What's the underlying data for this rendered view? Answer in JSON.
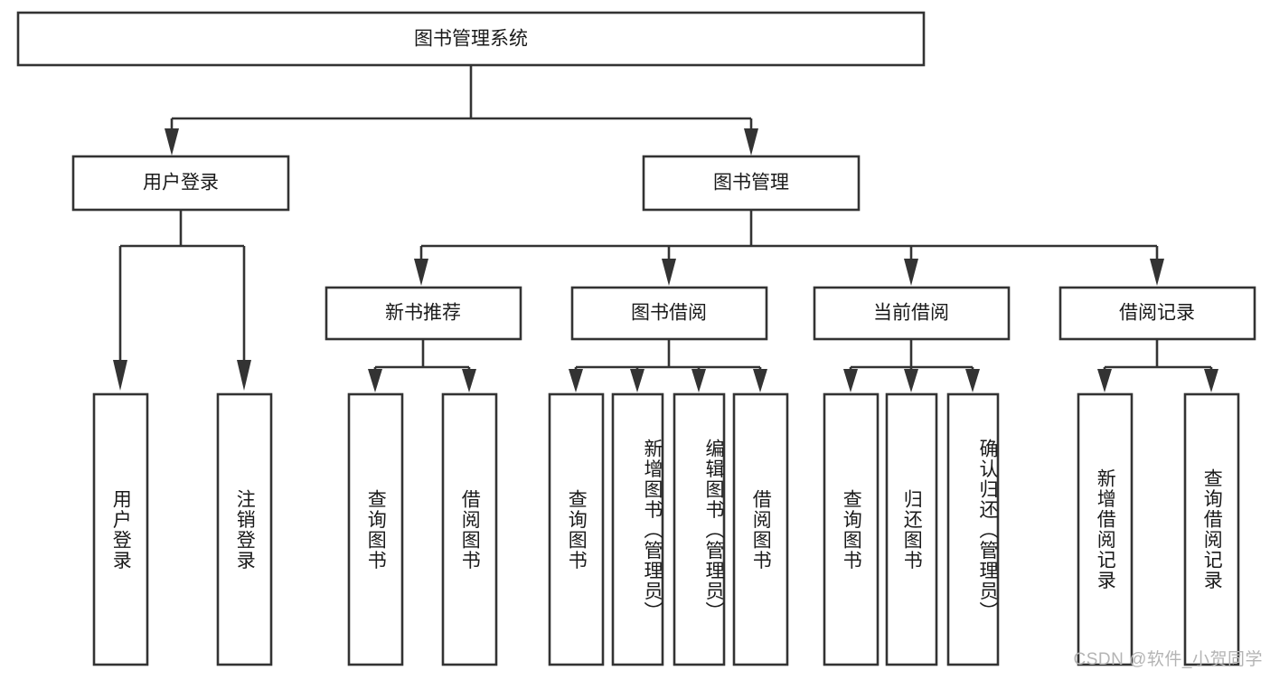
{
  "diagram": {
    "type": "hierarchy-tree",
    "title": "图书管理系统",
    "root": {
      "id": "root",
      "label": "图书管理系统",
      "orientation": "horizontal"
    },
    "level2": [
      {
        "id": "user-login",
        "label": "用户登录",
        "orientation": "horizontal"
      },
      {
        "id": "book-manage",
        "label": "图书管理",
        "orientation": "horizontal"
      }
    ],
    "level3": [
      {
        "id": "new-book-recommend",
        "label": "新书推荐",
        "orientation": "horizontal",
        "parent": "book-manage"
      },
      {
        "id": "book-borrow",
        "label": "图书借阅",
        "orientation": "horizontal",
        "parent": "book-manage"
      },
      {
        "id": "current-borrow",
        "label": "当前借阅",
        "orientation": "horizontal",
        "parent": "book-manage"
      },
      {
        "id": "borrow-record",
        "label": "借阅记录",
        "orientation": "horizontal",
        "parent": "book-manage"
      }
    ],
    "leaves": [
      {
        "id": "leaf-user-login",
        "label": "用户登录",
        "orientation": "vertical",
        "parent": "user-login"
      },
      {
        "id": "leaf-logout-login",
        "label": "注销登录",
        "orientation": "vertical",
        "parent": "user-login"
      },
      {
        "id": "leaf-query-book-1",
        "label": "查询图书",
        "orientation": "vertical",
        "parent": "new-book-recommend"
      },
      {
        "id": "leaf-borrow-book-1",
        "label": "借阅图书",
        "orientation": "vertical",
        "parent": "new-book-recommend"
      },
      {
        "id": "leaf-query-book-2",
        "label": "查询图书",
        "orientation": "vertical",
        "parent": "book-borrow"
      },
      {
        "id": "leaf-add-book",
        "label": "新增图书（管理员）",
        "orientation": "vertical",
        "parent": "book-borrow"
      },
      {
        "id": "leaf-edit-book",
        "label": "编辑图书（管理员）",
        "orientation": "vertical",
        "parent": "book-borrow"
      },
      {
        "id": "leaf-borrow-book-2",
        "label": "借阅图书",
        "orientation": "vertical",
        "parent": "book-borrow"
      },
      {
        "id": "leaf-query-book-3",
        "label": "查询图书",
        "orientation": "vertical",
        "parent": "current-borrow"
      },
      {
        "id": "leaf-return-book",
        "label": "归还图书",
        "orientation": "vertical",
        "parent": "current-borrow"
      },
      {
        "id": "leaf-confirm-return",
        "label": "确认归还（管理员）",
        "orientation": "vertical",
        "parent": "current-borrow"
      },
      {
        "id": "leaf-add-record",
        "label": "新增借阅记录",
        "orientation": "vertical",
        "parent": "borrow-record"
      },
      {
        "id": "leaf-query-record",
        "label": "查询借阅记录",
        "orientation": "vertical",
        "parent": "borrow-record"
      }
    ]
  },
  "watermark": {
    "text": "CSDN @软件_小贺同学"
  },
  "colors": {
    "stroke": "#333333",
    "fill": "#ffffff",
    "text": "#1a1a1a",
    "watermark": "#b4b4b4",
    "background": "#ffffff"
  }
}
